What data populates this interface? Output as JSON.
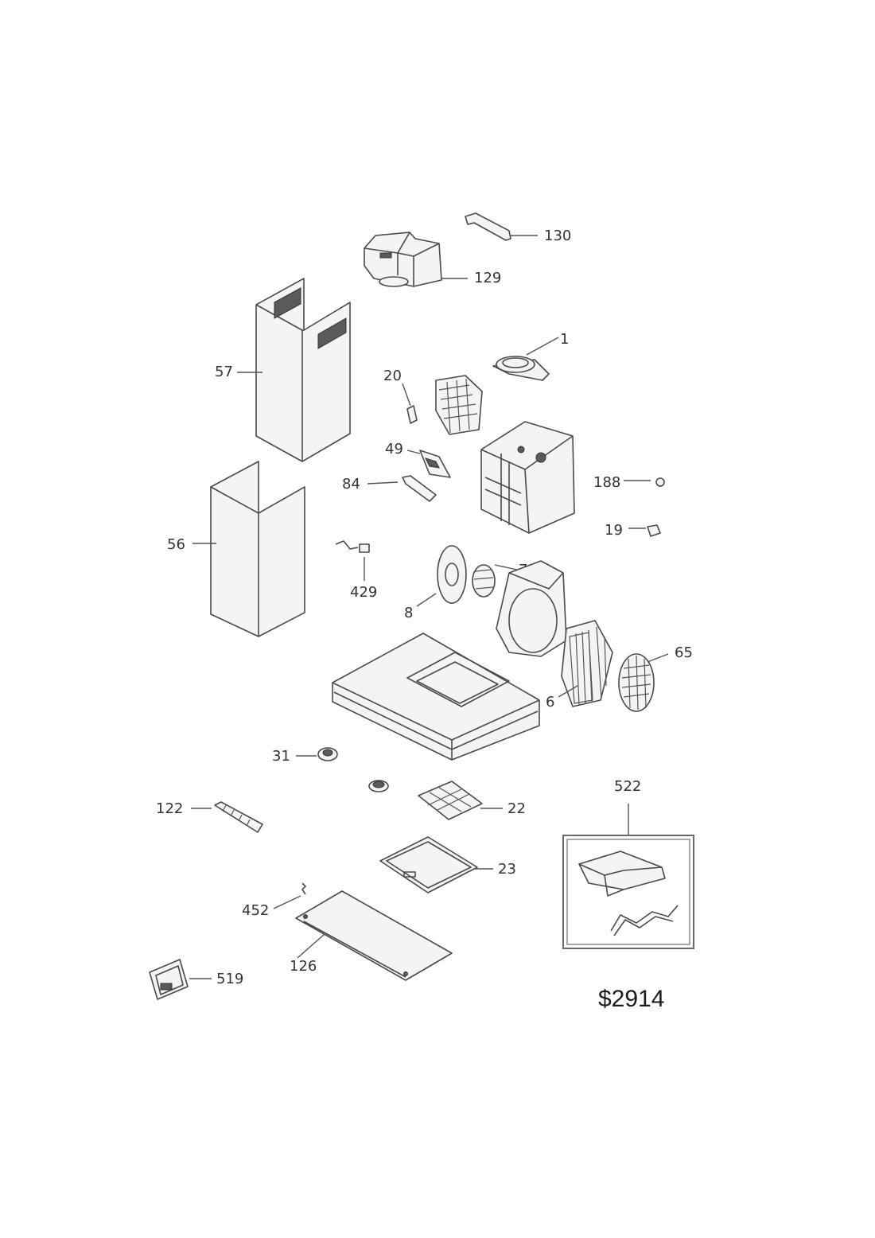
{
  "diagram_code": "$2914",
  "part_labels": {
    "p130": "130",
    "p129": "129",
    "p1": "1",
    "p57": "57",
    "p20": "20",
    "p49": "49",
    "p84": "84",
    "p188": "188",
    "p19": "19",
    "p56": "56",
    "p429": "429",
    "p7": "7",
    "p8": "8",
    "p65": "65",
    "p6": "6",
    "p31": "31",
    "p522": "522",
    "p122": "122",
    "p22": "22",
    "p23": "23",
    "p452": "452",
    "p126": "126",
    "p519": "519"
  },
  "colors": {
    "line": "#4a4a4a",
    "text": "#333333"
  }
}
